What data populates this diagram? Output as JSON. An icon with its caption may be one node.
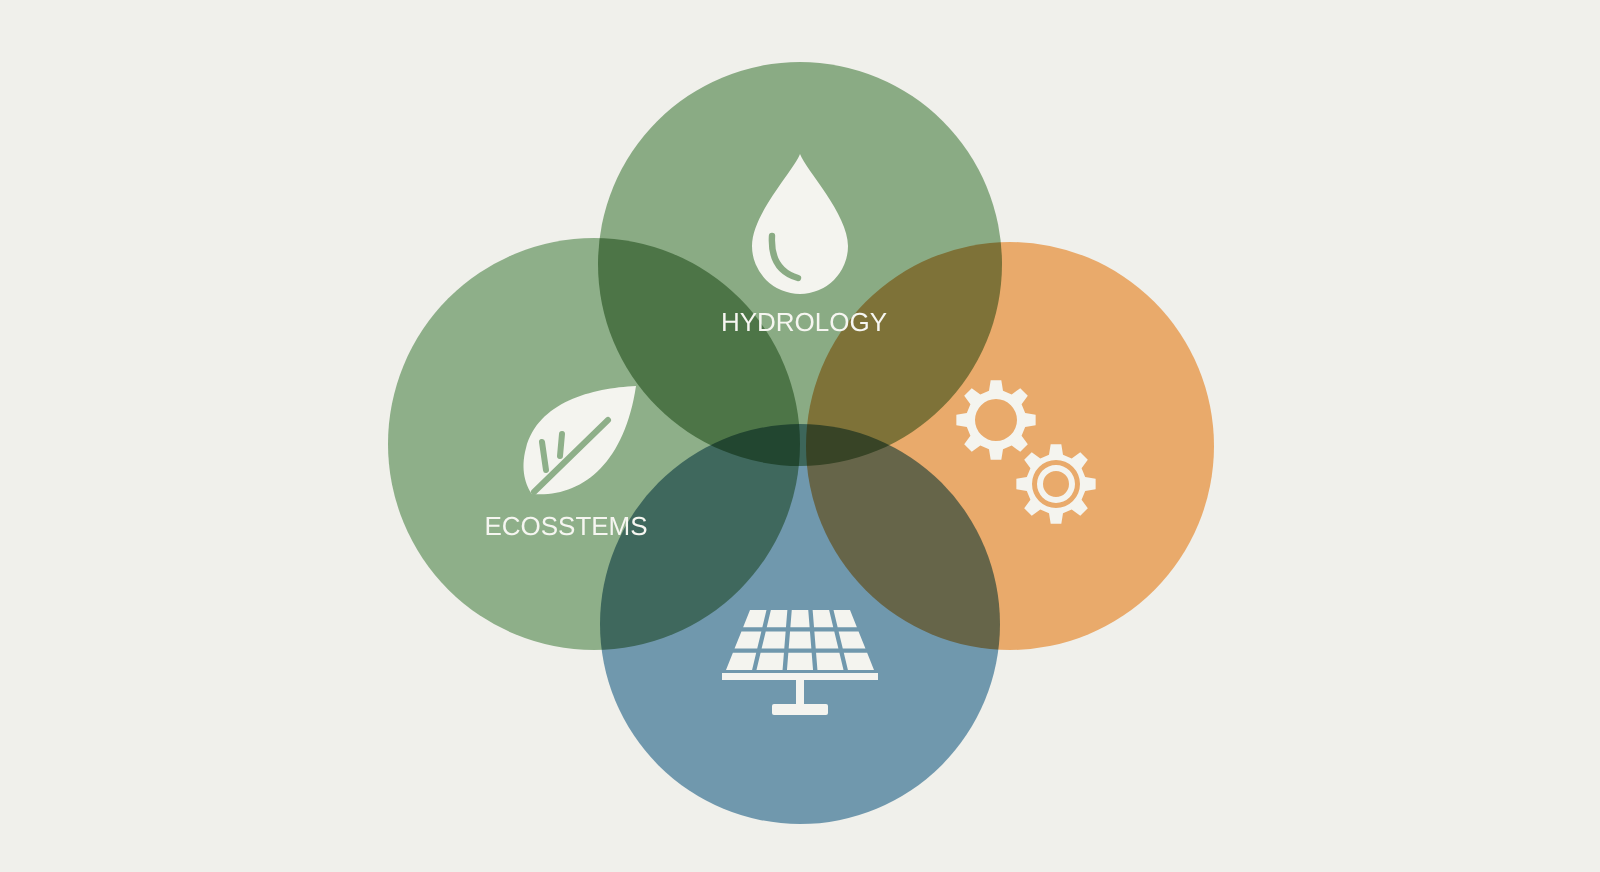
{
  "diagram": {
    "nodes": [
      {
        "text": [
          "HYDROLOGY"
        ]
      },
      {
        "text": [
          "ECOSSTEMS"
        ]
      },
      {
        "text": [],
        "shape": "circle"
      },
      {
        "text": [],
        "shape": "circle"
      }
    ]
  }
}
